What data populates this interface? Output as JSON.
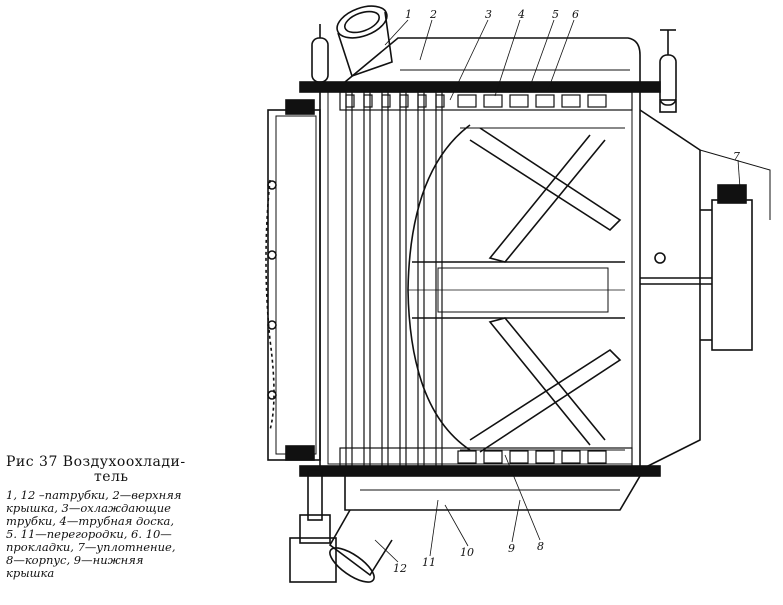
{
  "figure": {
    "callouts": [
      "1",
      "2",
      "3",
      "4",
      "5",
      "6",
      "7",
      "8",
      "9",
      "10",
      "11",
      "12"
    ],
    "caption": {
      "title_line1": "Рис 37 Воздухоохлади-",
      "title_line2": "тель",
      "legend": [
        "1, 12 –патрубки, 2—верхняя",
        "крышка, 3—охлаждающие",
        "трубки, 4—трубная доска,",
        "5. 11—перегородки, 6. 10—",
        "прокладки, 7—уплотнение,",
        "8—корпус, 9—нижняя",
        "крышка"
      ]
    }
  }
}
